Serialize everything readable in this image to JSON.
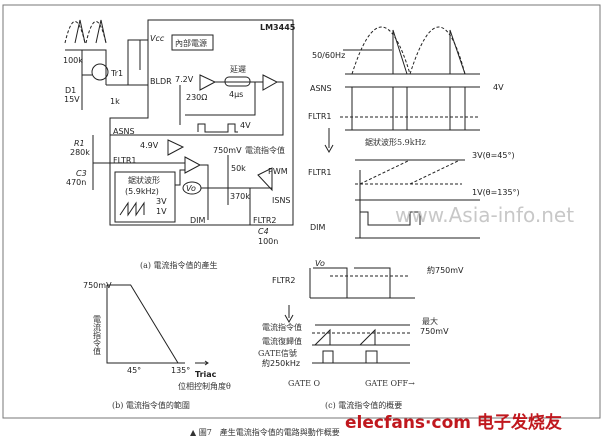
{
  "figure": {
    "caption": "▲ 圖7　產生電流指令值的電路與動作概要",
    "watermark_asia": "www.Asia-info.net",
    "watermark_elecfans": "elecfans·com 电子发烧友"
  },
  "panel_a": {
    "caption": "(a) 電流指令值的產生",
    "chip": "LM3445",
    "vcc": "Vcc",
    "internal_power": "內部電源",
    "r100k": "100k",
    "tr1": "Tr1",
    "d1": "D1",
    "d1_v": "15V",
    "r1k": "1k",
    "bldr": "BLDR",
    "v72": "7.2V",
    "delay": "延遲",
    "delay_time": "4μs",
    "r230": "230Ω",
    "v4": "4V",
    "asns": "ASNS",
    "r1": "R1",
    "r1_val": "280k",
    "fltr1": "FLTR1",
    "c3": "C3",
    "c3_val": "470n",
    "v49": "4.9V",
    "saw_title": "鋸狀波形",
    "saw_freq": "(5.9kHz)",
    "saw_3v": "3V",
    "saw_1v": "1V",
    "vo": "Vo",
    "v750": "750mV",
    "cmd_value": "電流指令值",
    "r50k": "50k",
    "r370k": "370k",
    "pwm": "PWM",
    "isns": "ISNS",
    "dim": "DIM",
    "fltr2": "FLTR2",
    "c4": "C4",
    "c4_val": "100n"
  },
  "panel_b": {
    "caption": "(b) 電流指令值的範圍",
    "ylabel": "電流指令值",
    "y_max": "750mV",
    "x_ticks": [
      "45°",
      "135°"
    ],
    "xlabel_1": "Triac",
    "xlabel_2": "位相控制角度θ"
  },
  "chart_data": {
    "type": "line",
    "title": "電流指令值的範圍",
    "xlabel": "Triac 位相控制角度θ",
    "ylabel": "電流指令值",
    "x": [
      0,
      45,
      135
    ],
    "values": [
      750,
      750,
      0
    ],
    "units": {
      "x": "deg",
      "y": "mV"
    }
  },
  "panel_c": {
    "caption": "(c) 電流指令值的概要",
    "freq": "50/60Hz",
    "asns": "ASNS",
    "v4": "4V",
    "fltr1": "FLTR1",
    "saw_label": "鋸狀波形5.9kHz",
    "fltr1_b": "FLTR1",
    "v3": "3V(θ=45°)",
    "v1": "1V(θ=135°)",
    "dim": "DIM",
    "vo": "Vo",
    "v750": "約750mV",
    "fltr2": "FLTR2",
    "cmd": "電流指令值",
    "reset": "電流復歸值",
    "max1": "最大",
    "max2": "750mV",
    "gate_sig": "GATE信號",
    "gate_freq": "約250kHz",
    "gate_on": "GATE O",
    "gate_off": "GATE OFF→"
  }
}
